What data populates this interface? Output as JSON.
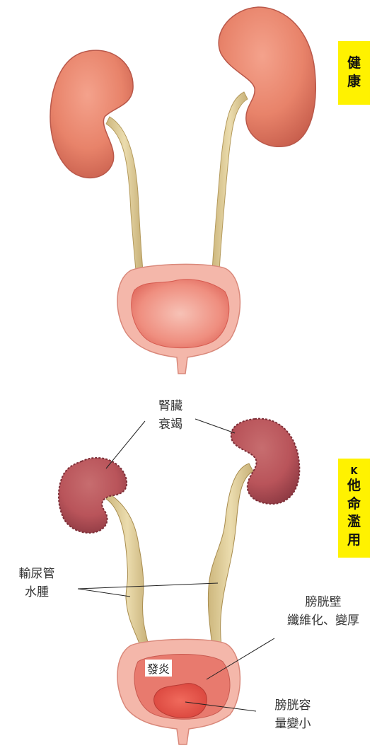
{
  "healthy": {
    "lines": [
      "健",
      "康"
    ]
  },
  "ketamine": {
    "prefix": "K",
    "lines": [
      "他",
      "命",
      "濫",
      "用"
    ]
  },
  "labels": {
    "kidney_failure": [
      "腎臟",
      "衰竭"
    ],
    "ureter_edema": [
      "輸尿管",
      "水腫"
    ],
    "bladder_wall": [
      "膀胱壁",
      "纖維化、變厚"
    ],
    "inflammation": "發炎",
    "bladder_capacity": [
      "膀胱容",
      "量變小"
    ]
  },
  "colors": {
    "healthy_kidney": "#e8836a",
    "damaged_kidney": "#b9545a",
    "ureter": "#e4d3a0",
    "bladder_outer": "#f4b7aa",
    "bladder_inner": "#e86458",
    "tag_bg": "#fff200"
  }
}
